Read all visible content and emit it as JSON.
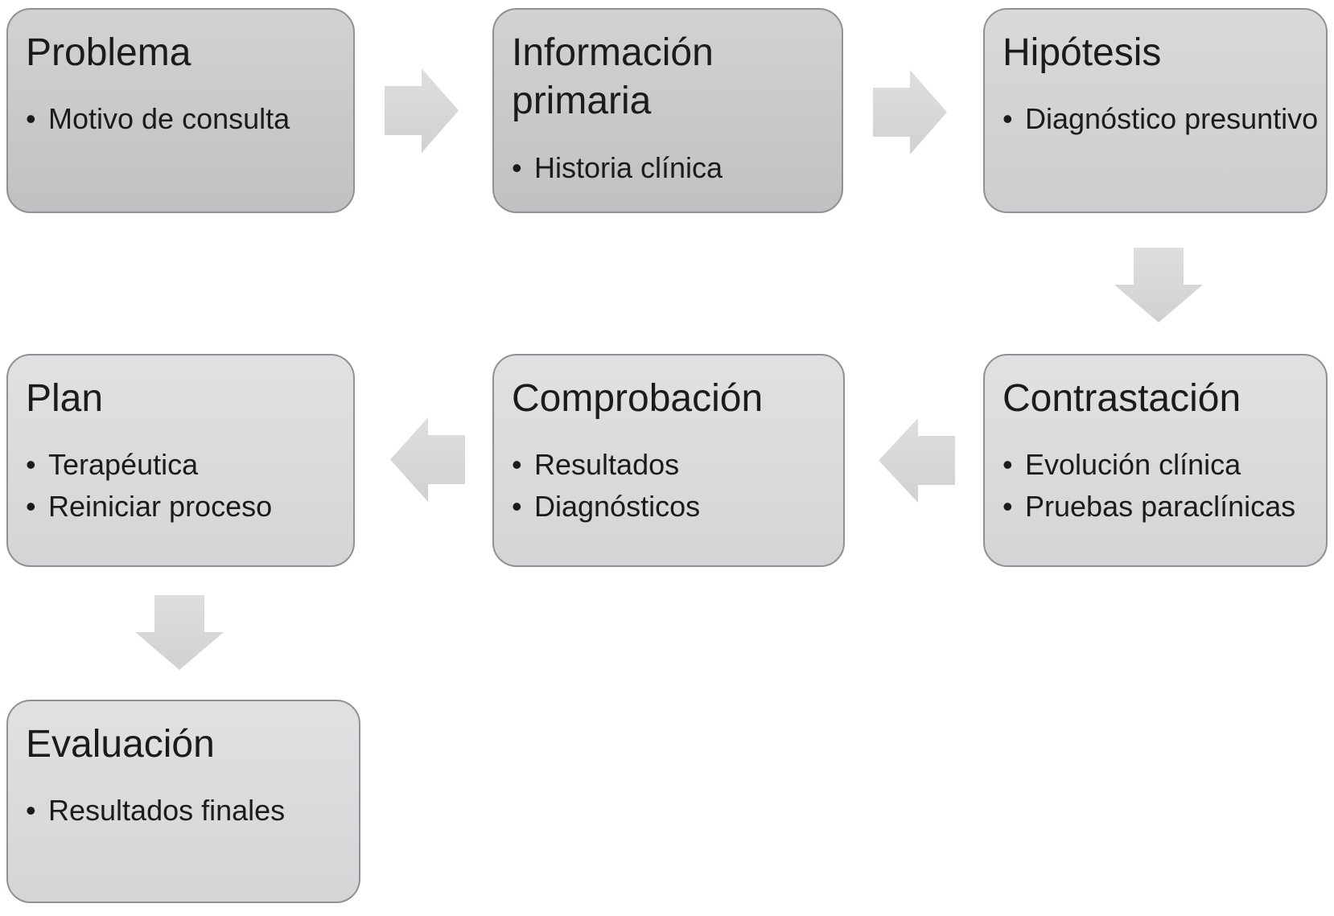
{
  "diagram": {
    "title_implicit": "Proceso diagnóstico clínico",
    "boxes": [
      {
        "id": "problema",
        "title": "Problema",
        "bullets": [
          "Motivo de consulta"
        ]
      },
      {
        "id": "informacion",
        "title": "Información primaria",
        "bullets": [
          "Historia clínica"
        ]
      },
      {
        "id": "hipotesis",
        "title": "Hipótesis",
        "bullets": [
          "Diagnóstico presuntivo"
        ]
      },
      {
        "id": "contrastacion",
        "title": "Contrastación",
        "bullets": [
          "Evolución clínica",
          "Pruebas paraclínicas"
        ]
      },
      {
        "id": "comprobacion",
        "title": "Comprobación",
        "bullets": [
          "Resultados",
          "Diagnósticos"
        ]
      },
      {
        "id": "plan",
        "title": "Plan",
        "bullets": [
          "Terapéutica",
          "Reiniciar proceso"
        ]
      },
      {
        "id": "evaluacion",
        "title": "Evaluación",
        "bullets": [
          "Resultados finales"
        ]
      }
    ],
    "arrows": [
      {
        "from": "problema",
        "to": "informacion",
        "direction": "right"
      },
      {
        "from": "informacion",
        "to": "hipotesis",
        "direction": "right"
      },
      {
        "from": "hipotesis",
        "to": "contrastacion",
        "direction": "down"
      },
      {
        "from": "contrastacion",
        "to": "comprobacion",
        "direction": "left"
      },
      {
        "from": "comprobacion",
        "to": "plan",
        "direction": "left"
      },
      {
        "from": "plan",
        "to": "evaluacion",
        "direction": "down"
      }
    ]
  },
  "colors": {
    "background": "#ffffff",
    "border": "#8f9294",
    "text": "#1b1b1b",
    "box_dark_top": "#d0d2d4",
    "box_dark_bottom": "#bfc1c3",
    "box_medium_top": "#d7d9da",
    "box_medium_bottom": "#cbcdcf",
    "box_light_top": "#e0e1e2",
    "box_light_bottom": "#d3d5d6",
    "arrow_top": "#dcdedf",
    "arrow_bottom": "#cfd1d3"
  }
}
